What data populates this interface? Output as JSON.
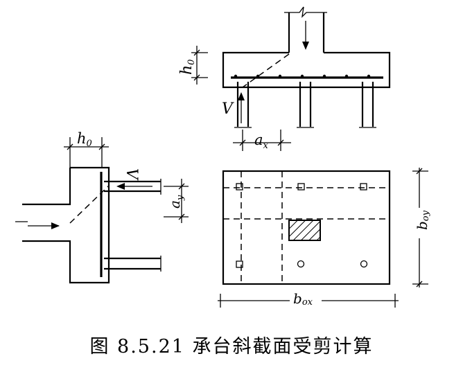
{
  "caption": "图 8.5.21   承台斜截面受剪计算",
  "labels": {
    "h0_left": "h",
    "h0_left_sub": "0",
    "h0_top": "h",
    "h0_top_sub": "0",
    "V_top": "V",
    "V_left": "V",
    "ax": "a",
    "ax_sub": "x",
    "ay": "a",
    "ay_sub": "y",
    "box": "b",
    "box_sub": "ox",
    "boy": "b",
    "boy_sub": "oy"
  }
}
